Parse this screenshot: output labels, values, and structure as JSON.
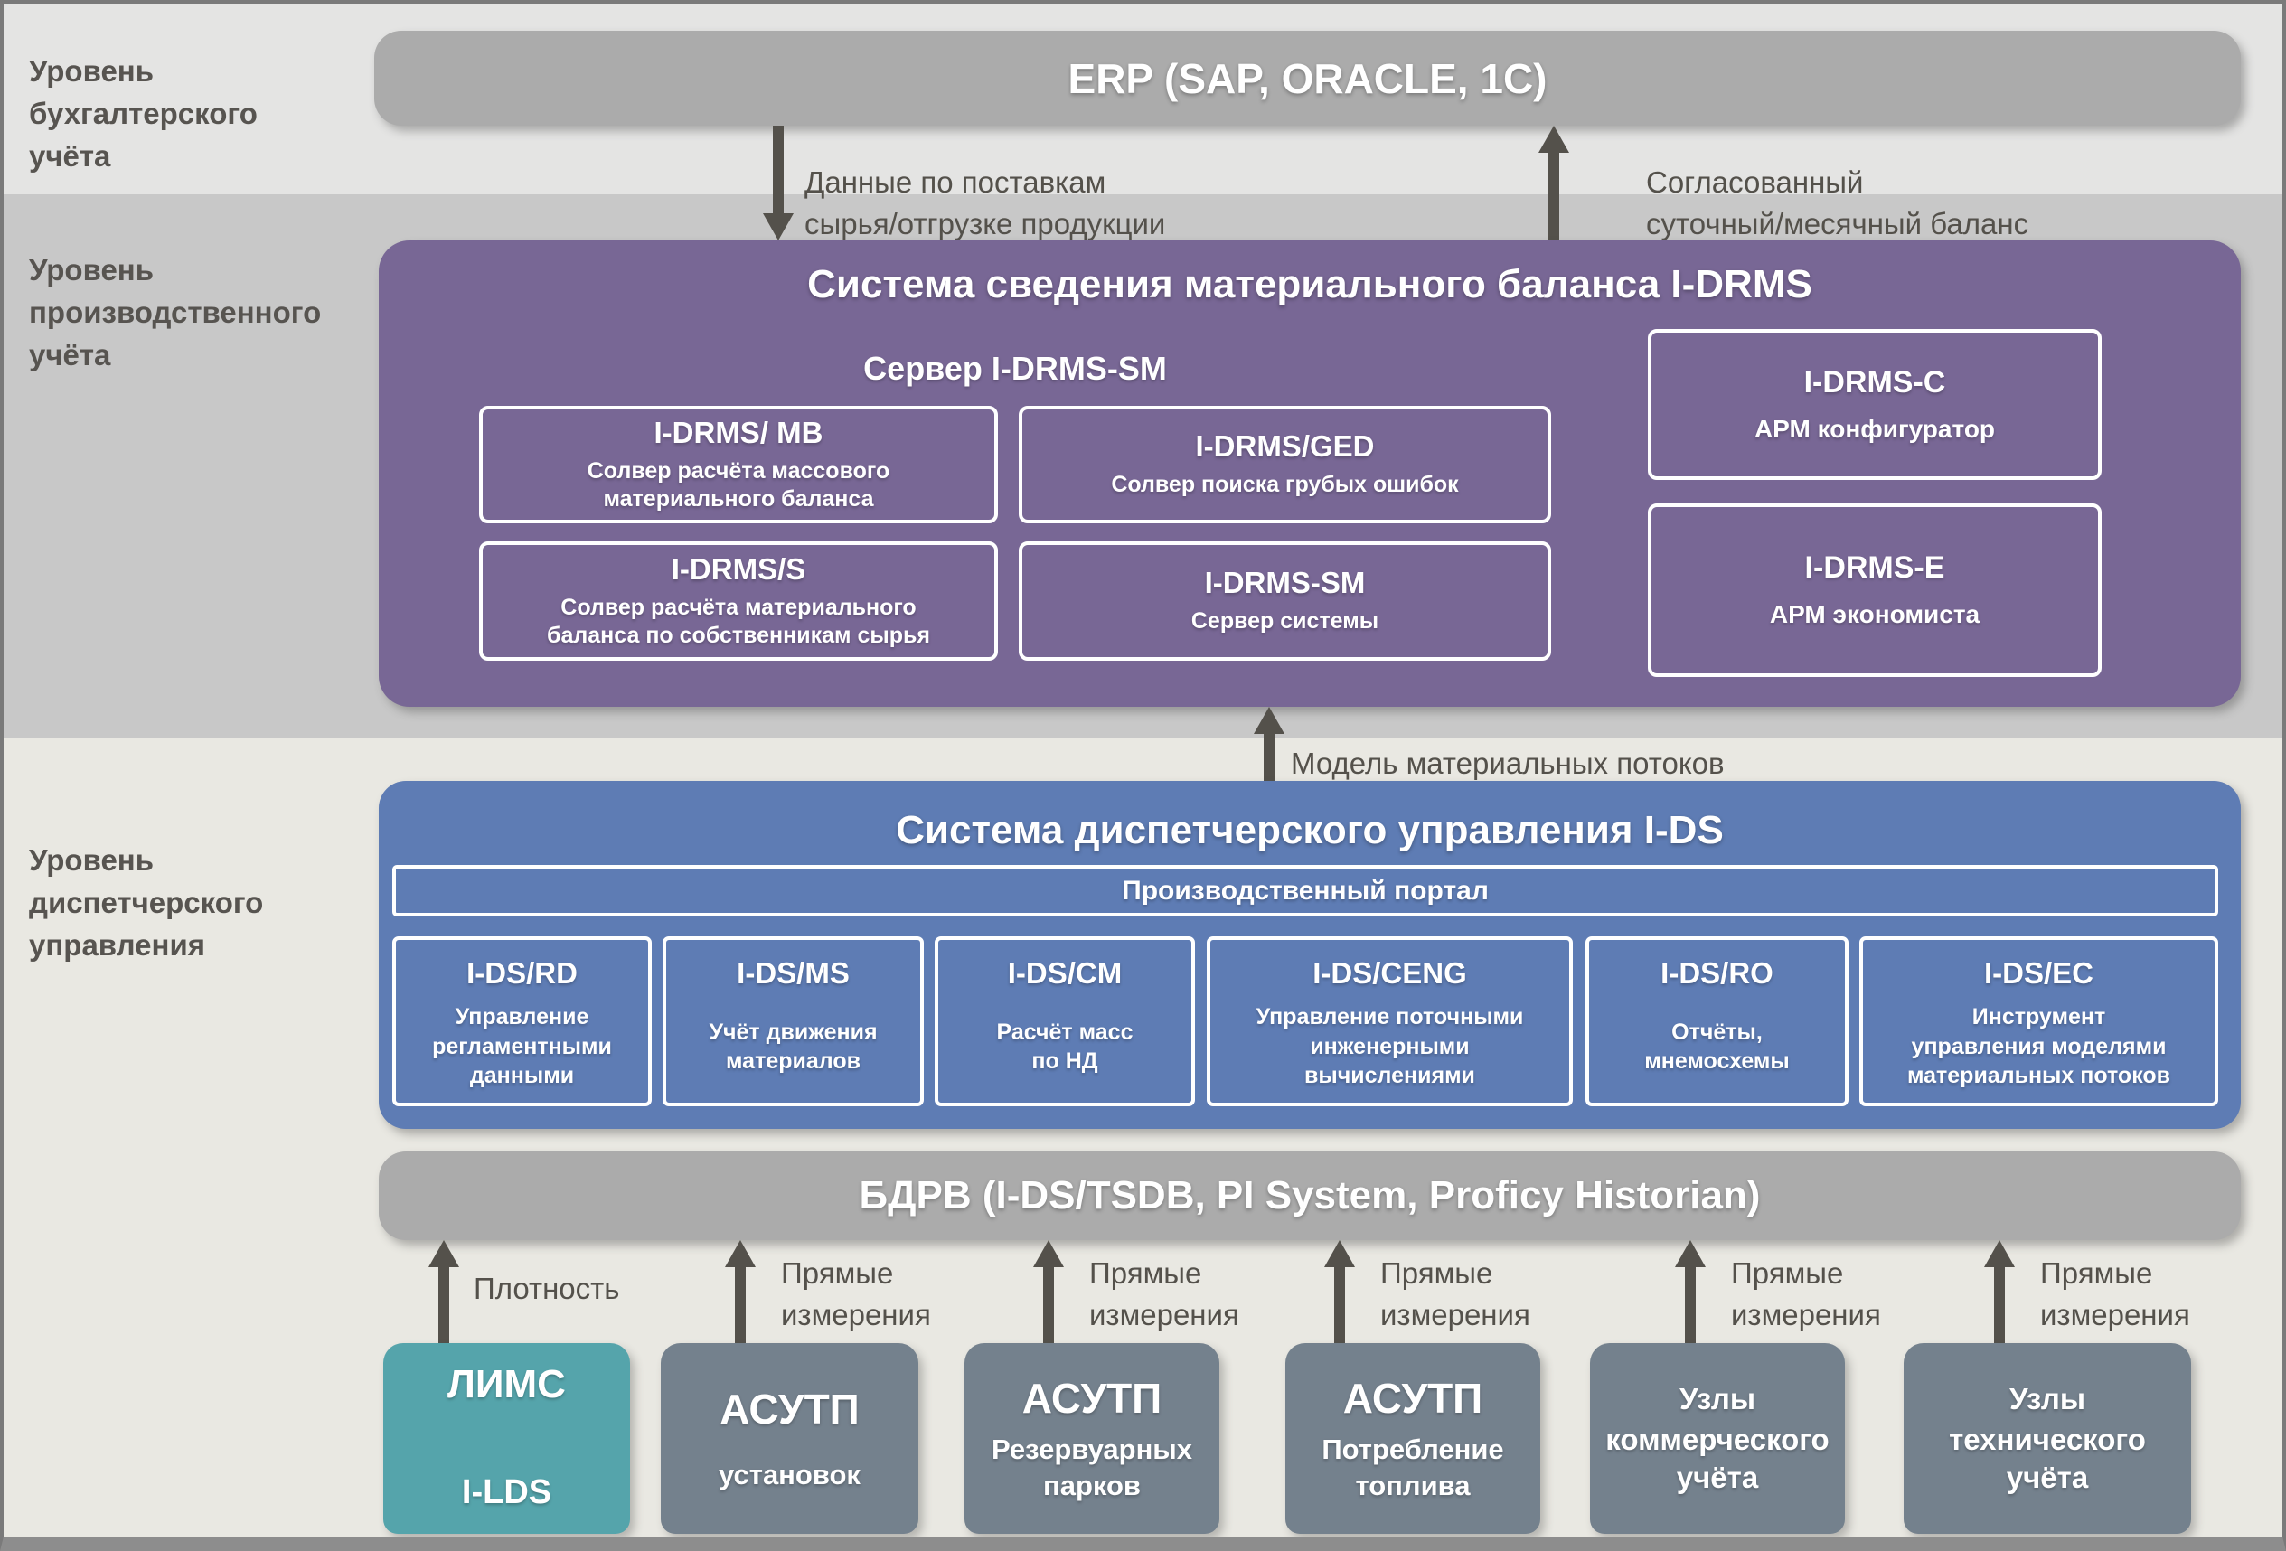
{
  "colors": {
    "purple": "#786795",
    "blue": "#5e7cb4",
    "teal": "#55a4ab",
    "slate": "#74818d",
    "gray_bar": "#ababab",
    "band_accounting": "#e4e4e3",
    "band_production": "#c8c8c8",
    "band_dispatch": "#e9e8e2",
    "arrow": "#54514b"
  },
  "levels": {
    "accounting": "Уровень\nбухгалтерского\nучёта",
    "production": "Уровень\nпроизводственного\nучёта",
    "dispatch": "Уровень\nдиспетчерского\nуправления"
  },
  "erp": {
    "title": "ERP (SAP, ORACLE, 1C)"
  },
  "flows": {
    "erp_down": "Данные по поставкам\nсырья/отгрузке продукции",
    "erp_up": "Согласованный\nсуточный/месячный баланс",
    "model": "Модель материальных потоков"
  },
  "idrms": {
    "title": "Система сведения материального баланса I-DRMS",
    "server_label": "Сервер I-DRMS-SM",
    "modules": [
      {
        "code": "I-DRMS/ MB",
        "desc": "Солвер расчёта массового\nматериального баланса"
      },
      {
        "code": "I-DRMS/GED",
        "desc": "Солвер поиска грубых ошибок"
      },
      {
        "code": "I-DRMS/S",
        "desc": "Солвер расчёта материального\nбаланса по собственникам сырья"
      },
      {
        "code": "I-DRMS-SM",
        "desc": "Сервер системы"
      }
    ],
    "workstations": [
      {
        "code": "I-DRMS-C",
        "desc": "АРМ конфигуратор"
      },
      {
        "code": "I-DRMS-E",
        "desc": "АРМ экономиста"
      }
    ]
  },
  "ids": {
    "title": "Система диспетчерского управления I-DS",
    "portal": "Производственный портал",
    "modules": [
      {
        "code": "I-DS/RD",
        "desc": "Управление\nрегламентными\nданными"
      },
      {
        "code": "I-DS/MS",
        "desc": "Учёт движения\nматериалов"
      },
      {
        "code": "I-DS/CM",
        "desc": "Расчёт масс\nпо НД"
      },
      {
        "code": "I-DS/CENG",
        "desc": "Управление поточными\nинженерными\nвычислениями"
      },
      {
        "code": "I-DS/RO",
        "desc": "Отчёты,\nмнемосхемы"
      },
      {
        "code": "I-DS/EC",
        "desc": "Инструмент\nуправления моделями\nматериальных потоков"
      }
    ]
  },
  "bdrv": {
    "title": "БДРВ (I-DS/TSDB, PI System, Proficy Historian)"
  },
  "sources": [
    {
      "title": "ЛИМС",
      "subtitle": "I-LDS",
      "arrow_label": "Плотность"
    },
    {
      "title": "АСУТП",
      "subtitle": "установок",
      "arrow_label": "Прямые\nизмерения"
    },
    {
      "title": "АСУТП",
      "subtitle": "Резервуарных\nпарков",
      "arrow_label": "Прямые\nизмерения"
    },
    {
      "title": "АСУТП",
      "subtitle": "Потребление\nтоплива",
      "arrow_label": "Прямые\nизмерения"
    },
    {
      "title": "Узлы",
      "subtitle": "коммерческого\nучёта",
      "arrow_label": "Прямые\nизмерения"
    },
    {
      "title": "Узлы",
      "subtitle": "технического\nучёта",
      "arrow_label": "Прямые\nизмерения"
    }
  ]
}
